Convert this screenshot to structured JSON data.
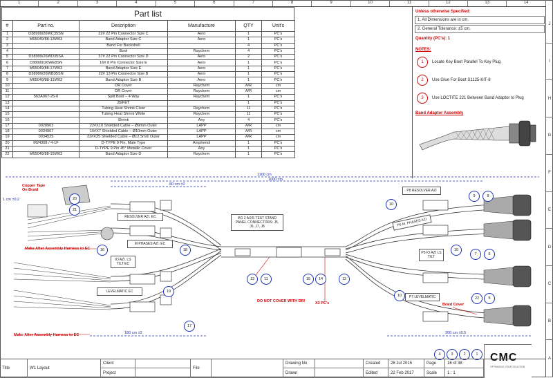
{
  "ruler": {
    "cols": [
      "1",
      "2",
      "3",
      "4",
      "5",
      "6",
      "7",
      "8",
      "9",
      "10",
      "11",
      "12",
      "13",
      "14"
    ],
    "rows": [
      "J",
      "I",
      "H",
      "G",
      "F",
      "E",
      "D",
      "C",
      "B",
      "A"
    ]
  },
  "part_list": {
    "title": "Part list",
    "headers": [
      "#",
      "Part no.",
      "Description",
      "Manufacture",
      "QTY",
      "Unit's"
    ],
    "rows": [
      [
        "1",
        "D38999/26WC35SN",
        "22# 22 Pin Connector Size C",
        "Aero",
        "1",
        "PC's"
      ],
      [
        "2",
        "M65049/88-13W03",
        "Band Adaptor Size C",
        "Aero",
        "1",
        "PC's"
      ],
      [
        "3",
        "",
        "Band For Backshell",
        "",
        "4",
        "PC's"
      ],
      [
        "4",
        "",
        "Boot",
        "Raychem",
        "4",
        "PC's"
      ],
      [
        "5",
        "D38999/26WD35SA",
        "37# 22 Pin Connector Size D",
        "Aero",
        "2",
        "PC's"
      ],
      [
        "6",
        "D38999/26WE8SN",
        "16# 8 Pin Connector Size E",
        "Aero",
        "1",
        "PC's"
      ],
      [
        "7",
        "M65049/88-17W03",
        "Band Adaptor Size E",
        "Aero",
        "1",
        "PC's"
      ],
      [
        "8",
        "D38999/26WB35SN",
        "22# 13 Pin Connector Size B",
        "Aero",
        "1",
        "PC's"
      ],
      [
        "9",
        "M65049/88-11W03",
        "Band Adaptor Size B",
        "Aero",
        "1",
        "PC's"
      ],
      [
        "10",
        "",
        "DR Cover",
        "Raychem",
        "A/R",
        "cm"
      ],
      [
        "11",
        "",
        "DR Cover",
        "Raychem",
        "A/R",
        "cm"
      ],
      [
        "12",
        "562A067-25-0",
        "Split Boot – 4 Way",
        "Raychem",
        "1",
        "PC's"
      ],
      [
        "13",
        "",
        "ZEFET",
        "",
        "1",
        "PC's"
      ],
      [
        "14",
        "",
        "Tubing Heat Shrink Clear",
        "Raychem",
        "11",
        "PC's"
      ],
      [
        "15",
        "",
        "Tubing Heat Shrink White",
        "Raychem",
        "11",
        "PC's"
      ],
      [
        "16",
        "",
        "Shrink",
        "Any",
        "4",
        "PC's"
      ],
      [
        "17",
        "0028903",
        "22#X10 Shielded Cable – Ø9mm Outer",
        "LAPP",
        "A/R",
        "cm"
      ],
      [
        "18",
        "0034907",
        "16#X7 Shielded Cable – Ø10mm Outer",
        "LAPP",
        "A/R",
        "cm"
      ],
      [
        "19",
        "0034525",
        "22#X25 Shielded Cable – Ø12.5mm Outer",
        "LAPP",
        "A/R",
        "cm"
      ],
      [
        "20",
        "M24308 / 4-1F",
        "D-TYPE 9 Pin, Male Type",
        "Amphenol",
        "1",
        "PC's"
      ],
      [
        "21",
        "",
        "D-TYPE 9 Pin 45° Metallic Cover",
        "Any",
        "1",
        "PC's"
      ],
      [
        "22",
        "M65049/88-15W03",
        "Band Adaptor Size D",
        "Raychem",
        "1",
        "PC's"
      ]
    ]
  },
  "notes_panel": {
    "unless_title": "Unless otherwise Specified:",
    "spec1": "1. All Dimensions are in cm.",
    "spec2": "2. General Tolerance: ±5 cm.",
    "qty_label": "Quantity (PC's):",
    "qty_value": "1",
    "notes_title": "NOTES:",
    "notes": [
      {
        "num": "1",
        "text": "Locate Key Boot Parallel To Key Plug"
      },
      {
        "num": "2",
        "text": "Use Glue For Boot S1125-KIT-8"
      },
      {
        "num": "3",
        "text": "Use LOCTITE 221 Between Band Adaptor to Plug"
      }
    ],
    "band_title": "Band Adaptor Assembly"
  },
  "diagram": {
    "dim_overall": "1100 cm",
    "dim_1000": "1000 cm",
    "dim_80": "80 cm ±2",
    "dim_180": "180 cm ±2",
    "dim_200": "200 cm ±0.5",
    "dim_1cm": "1 cm ±0.2",
    "copper_tape": "Copper Tape On Braid",
    "make_after_1": "Make After Assembly Harness to EC",
    "make_after_2": "Make After Assembly Harness to EC",
    "do_not_cover": "DO NOT COVER WITH DR!",
    "x3_pcs": "X3 PC's",
    "braid_cover": "Braid Cover",
    "label_resolver_left": "RESOLVER AZI. EC",
    "label_mphases_left": "M PHASES AZI. EC",
    "label_io_left": "IO AZI. LS TILT EC",
    "label_levelmatic_left": "LEVELMATIC EC",
    "label_center": "W1 2 AXIS TEST STAND PANEL CONNECTORS: J5, J6, J7, J8",
    "label_p8": "P8 RESOLVER AZI",
    "label_p6": "P6 M. PHASES AZI",
    "label_p5": "P5 IO AZI LS TILT",
    "label_p7": "P7 LEVELMATIC",
    "balloons": [
      "20",
      "21",
      "16",
      "18",
      "19",
      "17",
      "13",
      "11",
      "15",
      "14",
      "12",
      "10",
      "9",
      "8",
      "7",
      "6",
      "10",
      "22",
      "5",
      "10",
      "4",
      "3",
      "2",
      "1"
    ]
  },
  "title_block": {
    "title_label": "Title",
    "title_value": "W1 Layout",
    "client_label": "Client",
    "project_label": "Project",
    "file_label": "File",
    "drawing_no_label": "Drawing No",
    "drawn_label": "Drawn",
    "created_label": "Created",
    "created_value": "28 Jul 2015",
    "edited_label": "Edited",
    "edited_value": "22 Feb 2017",
    "page_label": "Page",
    "page_value": "16 of 38",
    "scale_label": "Scale",
    "scale_value": "1 : 1",
    "logo_text": "CMC",
    "logo_sub": "OPTIMIZING YOUR SOLUTION"
  }
}
